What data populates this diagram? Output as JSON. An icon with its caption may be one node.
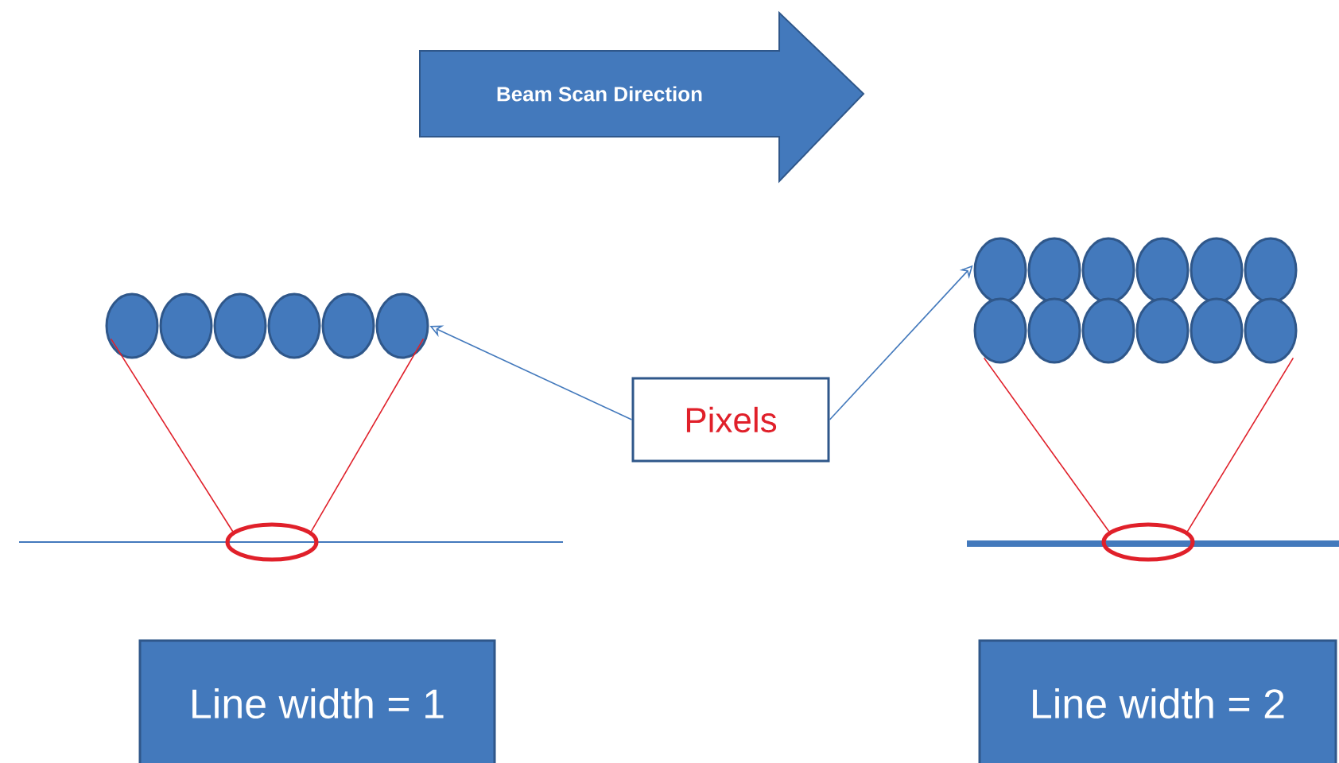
{
  "diagram": {
    "nodes": [
      {
        "text": [
          "Beam Scan Direction"
        ]
      },
      {
        "text": [],
        "shape": "circle"
      },
      {
        "text": [
          "Pixels"
        ]
      },
      {
        "text": [],
        "shape": "circle"
      },
      {
        "text": [
          "Line width = 1"
        ]
      },
      {
        "text": [
          "Line width = 2"
        ]
      },
      {
        "text": [],
        "shape": "ellipse"
      },
      {
        "text": [],
        "shape": "ellipse"
      }
    ],
    "edges": [
      {
        "from": 2,
        "to": 1,
        "arrow": "to",
        "color": "#4379bc"
      },
      {
        "from": 2,
        "to": 3,
        "arrow": "to",
        "color": "#4379bc"
      },
      {
        "from": 1,
        "to": 6,
        "arrow": "none",
        "color": "#e0202a"
      },
      {
        "from": 1,
        "to": 6,
        "arrow": "none",
        "color": "#e0202a"
      },
      {
        "from": 3,
        "to": 7,
        "arrow": "none",
        "color": "#e0202a"
      },
      {
        "from": 3,
        "to": 7,
        "arrow": "none",
        "color": "#e0202a"
      }
    ]
  }
}
